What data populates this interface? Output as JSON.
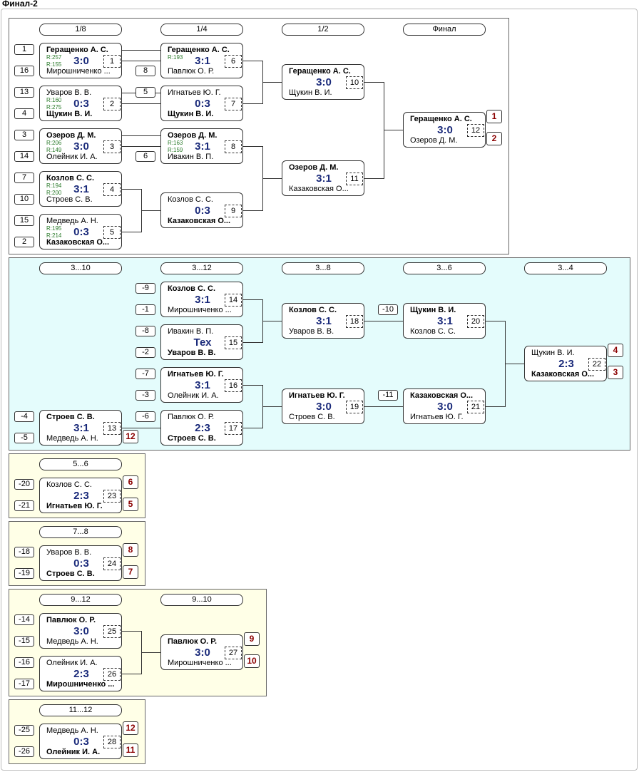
{
  "title": "Финал-2",
  "colors": {
    "main_bg": "#ffffff",
    "consolation_bg": "#e4fcfc",
    "placement_bg": "#ffffe7",
    "score": "#1a2a7a",
    "place": "#8b0000",
    "rating": "#2a7a2a"
  },
  "sections": [
    {
      "id": "main",
      "bg": "main_bg",
      "rounds": [
        "1/8",
        "1/4",
        "1/2",
        "Финал"
      ]
    },
    {
      "id": "consolation",
      "bg": "consolation_bg",
      "rounds": [
        "3...10",
        "3...12",
        "3...8",
        "3...6",
        "3...4"
      ]
    },
    {
      "id": "p56",
      "bg": "placement_bg",
      "rounds": [
        "5...6"
      ]
    },
    {
      "id": "p78",
      "bg": "placement_bg",
      "rounds": [
        "7...8"
      ]
    },
    {
      "id": "p912",
      "bg": "placement_bg",
      "rounds": [
        "9...12",
        "9...10"
      ]
    },
    {
      "id": "p1112",
      "bg": "placement_bg",
      "rounds": [
        "11...12"
      ]
    }
  ],
  "matches": [
    {
      "n": "1",
      "p1": "Геращенко А. С.",
      "p2": "Мирошниченко ...",
      "w": 1,
      "score": "3:0",
      "r1": "R:257",
      "r2": "R:155",
      "s1": "1",
      "s2": "16"
    },
    {
      "n": "2",
      "p1": "Уваров В. В.",
      "p2": "Щукин В. И.",
      "w": 2,
      "score": "0:3",
      "r1": "R:160",
      "r2": "R:275",
      "s1": "13",
      "s2": "4"
    },
    {
      "n": "3",
      "p1": "Озеров Д. М.",
      "p2": "Олейник И. А.",
      "w": 1,
      "score": "3:0",
      "r1": "R:206",
      "r2": "R:149",
      "s1": "3",
      "s2": "14"
    },
    {
      "n": "4",
      "p1": "Козлов С. С.",
      "p2": "Строев С. В.",
      "w": 1,
      "score": "3:1",
      "r1": "R:194",
      "r2": "R:200",
      "s1": "7",
      "s2": "10"
    },
    {
      "n": "5",
      "p1": "Медведь А. Н.",
      "p2": "Казаковская О...",
      "w": 2,
      "score": "0:3",
      "r1": "R:195",
      "r2": "R:214",
      "s1": "15",
      "s2": "2"
    },
    {
      "n": "6",
      "p1": "Геращенко А. С.",
      "p2": "Павлюк О. Р.",
      "w": 1,
      "score": "3:1",
      "r1": "R:193",
      "s2": "8"
    },
    {
      "n": "7",
      "p1": "Игнатьев Ю. Г.",
      "p2": "Щукин В. И.",
      "w": 2,
      "score": "0:3",
      "s1": "5"
    },
    {
      "n": "8",
      "p1": "Озеров Д. М.",
      "p2": "Ивакин В. П.",
      "w": 1,
      "score": "3:1",
      "r1": "R:163",
      "r2": "R:159",
      "s2": "6"
    },
    {
      "n": "9",
      "p1": "Козлов С. С.",
      "p2": "Казаковская О...",
      "w": 2,
      "score": "0:3"
    },
    {
      "n": "10",
      "p1": "Геращенко А. С.",
      "p2": "Щукин В. И.",
      "w": 1,
      "score": "3:0"
    },
    {
      "n": "11",
      "p1": "Озеров Д. М.",
      "p2": "Казаковская О...",
      "w": 1,
      "score": "3:1"
    },
    {
      "n": "12",
      "p1": "Геращенко А. С.",
      "p2": "Озеров Д. М.",
      "w": 1,
      "score": "3:0",
      "pl1": "1",
      "pl2": "2"
    },
    {
      "n": "14",
      "p1": "Козлов С. С.",
      "p2": "Мирошниченко ...",
      "w": 1,
      "score": "3:1",
      "s1": "-9",
      "s2": "-1"
    },
    {
      "n": "15",
      "p1": "Ивакин В. П.",
      "p2": "Уваров В. В.",
      "w": 2,
      "score": "Тех",
      "s1": "-8",
      "s2": "-2"
    },
    {
      "n": "16",
      "p1": "Игнатьев Ю. Г.",
      "p2": "Олейник И. А.",
      "w": 1,
      "score": "3:1",
      "s1": "-7",
      "s2": "-3"
    },
    {
      "n": "13",
      "p1": "Строев С. В.",
      "p2": "Медведь А. Н.",
      "w": 1,
      "score": "3:1",
      "s1": "-4",
      "s2": "-5",
      "pl2": "12"
    },
    {
      "n": "17",
      "p1": "Павлюк О. Р.",
      "p2": "Строев С. В.",
      "w": 2,
      "score": "2:3",
      "s1": "-6"
    },
    {
      "n": "18",
      "p1": "Козлов С. С.",
      "p2": "Уваров В. В.",
      "w": 1,
      "score": "3:1"
    },
    {
      "n": "19",
      "p1": "Игнатьев Ю. Г.",
      "p2": "Строев С. В.",
      "w": 1,
      "score": "3:0"
    },
    {
      "n": "20",
      "p1": "Щукин В. И.",
      "p2": "Козлов С. С.",
      "w": 1,
      "score": "3:1",
      "s1": "-10"
    },
    {
      "n": "21",
      "p1": "Казаковская О...",
      "p2": "Игнатьев Ю. Г.",
      "w": 1,
      "score": "3:0",
      "s1": "-11"
    },
    {
      "n": "22",
      "p1": "Щукин В. И.",
      "p2": "Казаковская О...",
      "w": 2,
      "score": "2:3",
      "pl1": "4",
      "pl2": "3"
    },
    {
      "n": "23",
      "p1": "Козлов С. С.",
      "p2": "Игнатьев Ю. Г.",
      "w": 2,
      "score": "2:3",
      "s1": "-20",
      "s2": "-21",
      "pl1": "6",
      "pl2": "5"
    },
    {
      "n": "24",
      "p1": "Уваров В. В.",
      "p2": "Строев С. В.",
      "w": 2,
      "score": "0:3",
      "s1": "-18",
      "s2": "-19",
      "pl1": "8",
      "pl2": "7"
    },
    {
      "n": "25",
      "p1": "Павлюк О. Р.",
      "p2": "Медведь А. Н.",
      "w": 1,
      "score": "3:0",
      "s1": "-14",
      "s2": "-15"
    },
    {
      "n": "26",
      "p1": "Олейник И. А.",
      "p2": "Мирошниченко ...",
      "w": 2,
      "score": "2:3",
      "s1": "-16",
      "s2": "-17"
    },
    {
      "n": "27",
      "p1": "Павлюк О. Р.",
      "p2": "Мирошниченко ...",
      "w": 1,
      "score": "3:0",
      "pl1": "9",
      "pl2": "10"
    },
    {
      "n": "28",
      "p1": "Медведь А. Н.",
      "p2": "Олейник И. А.",
      "w": 2,
      "score": "0:3",
      "s1": "-25",
      "s2": "-26",
      "pl1": "12",
      "pl2": "11"
    }
  ]
}
